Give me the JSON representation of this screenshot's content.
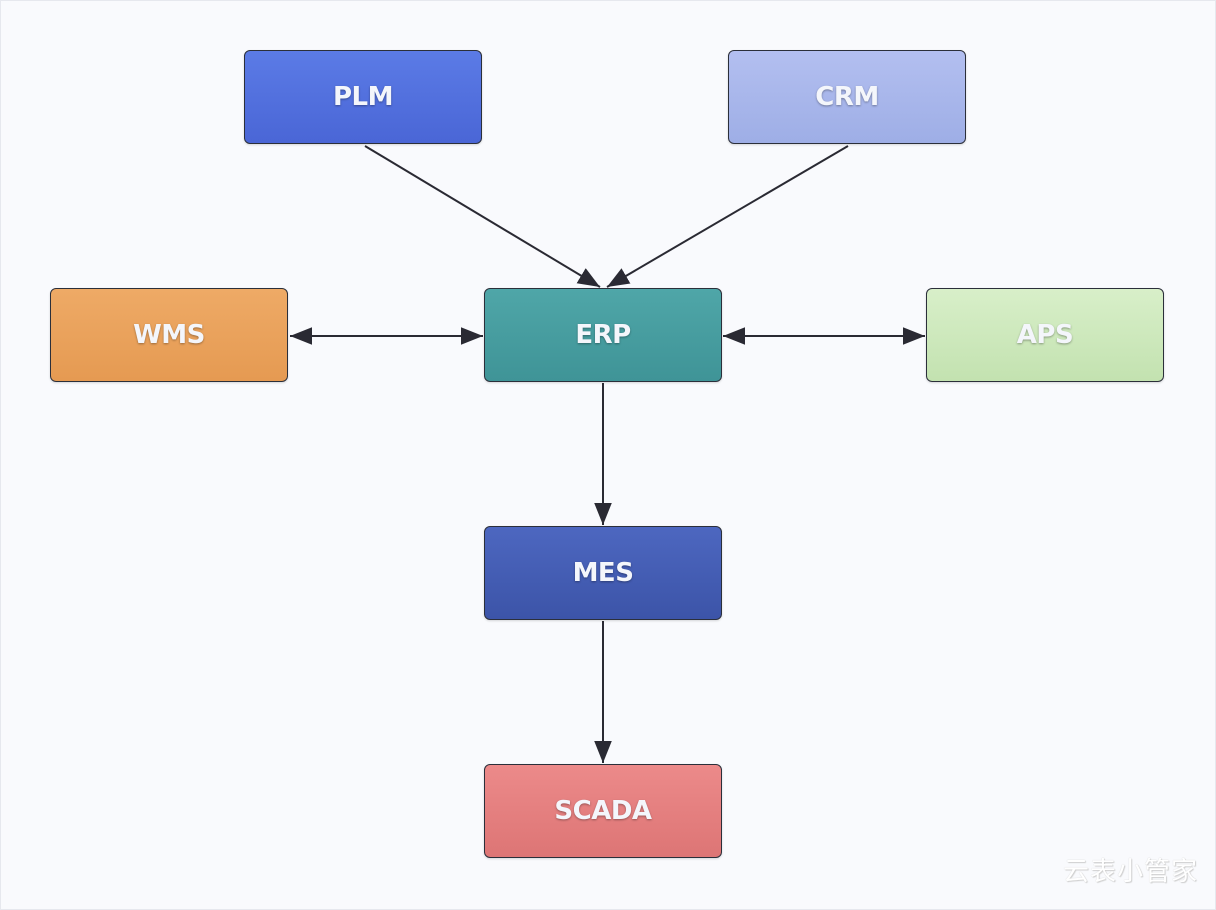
{
  "diagram": {
    "nodes": [
      {
        "id": "plm",
        "label": "PLM",
        "color": "#5271e0"
      },
      {
        "id": "crm",
        "label": "CRM",
        "color": "#a8b6eb"
      },
      {
        "id": "wms",
        "label": "WMS",
        "color": "#e9a25c"
      },
      {
        "id": "erp",
        "label": "ERP",
        "color": "#469da0"
      },
      {
        "id": "aps",
        "label": "APS",
        "color": "#cde9bc"
      },
      {
        "id": "mes",
        "label": "MES",
        "color": "#445db4"
      },
      {
        "id": "scada",
        "label": "SCADA",
        "color": "#e47f7f"
      }
    ],
    "edges": [
      {
        "from": "plm",
        "to": "erp",
        "direction": "forward"
      },
      {
        "from": "crm",
        "to": "erp",
        "direction": "forward"
      },
      {
        "from": "wms",
        "to": "erp",
        "direction": "both"
      },
      {
        "from": "erp",
        "to": "aps",
        "direction": "both"
      },
      {
        "from": "erp",
        "to": "mes",
        "direction": "forward"
      },
      {
        "from": "mes",
        "to": "scada",
        "direction": "forward"
      }
    ],
    "edge_color": "#2a2a33"
  },
  "watermark": "云表小管家"
}
